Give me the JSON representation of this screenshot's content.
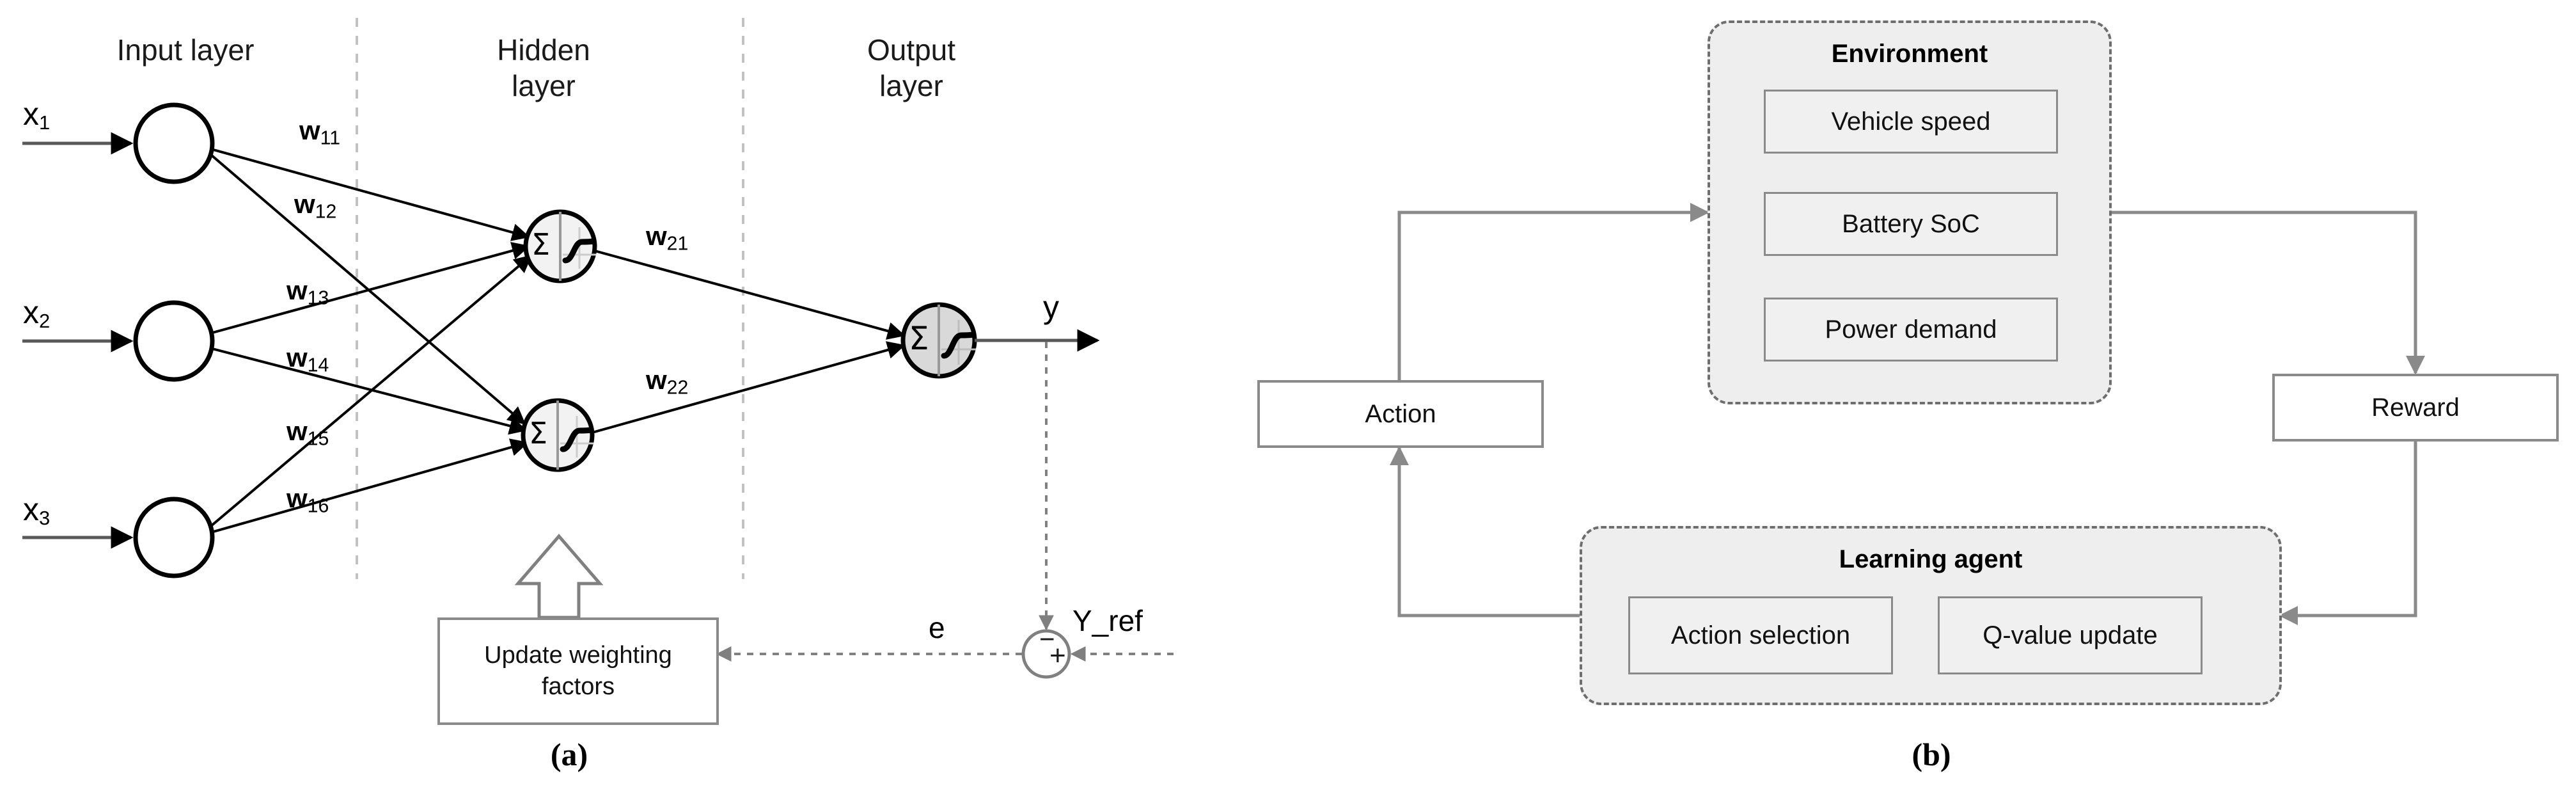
{
  "figure": {
    "panel_a_caption": "(a)",
    "panel_b_caption": "(b)"
  },
  "panel_a": {
    "layer_headers": {
      "input": "Input layer",
      "hidden_line1": "Hidden",
      "hidden_line2": "layer",
      "output_line1": "Output",
      "output_line2": "layer"
    },
    "inputs": [
      {
        "base": "x",
        "sub": "1"
      },
      {
        "base": "x",
        "sub": "2"
      },
      {
        "base": "x",
        "sub": "3"
      }
    ],
    "weights_input_hidden": [
      {
        "base": "w",
        "sub": "11"
      },
      {
        "base": "w",
        "sub": "12"
      },
      {
        "base": "w",
        "sub": "13"
      },
      {
        "base": "w",
        "sub": "14"
      },
      {
        "base": "w",
        "sub": "15"
      },
      {
        "base": "w",
        "sub": "16"
      }
    ],
    "weights_hidden_output": [
      {
        "base": "w",
        "sub": "21"
      },
      {
        "base": "w",
        "sub": "22"
      }
    ],
    "neuron_glyphs": {
      "sum": "Σ",
      "activation": "sigmoid-curve"
    },
    "output_label": "y",
    "error_label": "e",
    "reference_label": "Y_ref",
    "junction_signs": {
      "top": "−",
      "center": "+"
    },
    "update_block": {
      "line1": "Update weighting",
      "line2": "factors"
    },
    "colors": {
      "hidden_neuron_fill": "#f2f2f2",
      "output_neuron_fill": "#d9d9d9",
      "neuron_stroke": "#000000",
      "divider": "#bfbfbf",
      "feedback_line": "#7f7f7f"
    }
  },
  "panel_b": {
    "environment": {
      "title": "Environment",
      "items": [
        "Vehicle speed",
        "Battery SoC",
        "Power demand"
      ]
    },
    "learning_agent": {
      "title": "Learning agent",
      "items": [
        "Action selection",
        "Q-value update"
      ]
    },
    "action_box": "Action",
    "reward_box": "Reward",
    "colors": {
      "group_fill": "#eaeaea",
      "group_border": "#6e6e6e",
      "box_border": "#8a8a8a",
      "box_fill": "#ffffff",
      "sub_fill": "#efefef",
      "connector": "#8a8a8a"
    }
  }
}
